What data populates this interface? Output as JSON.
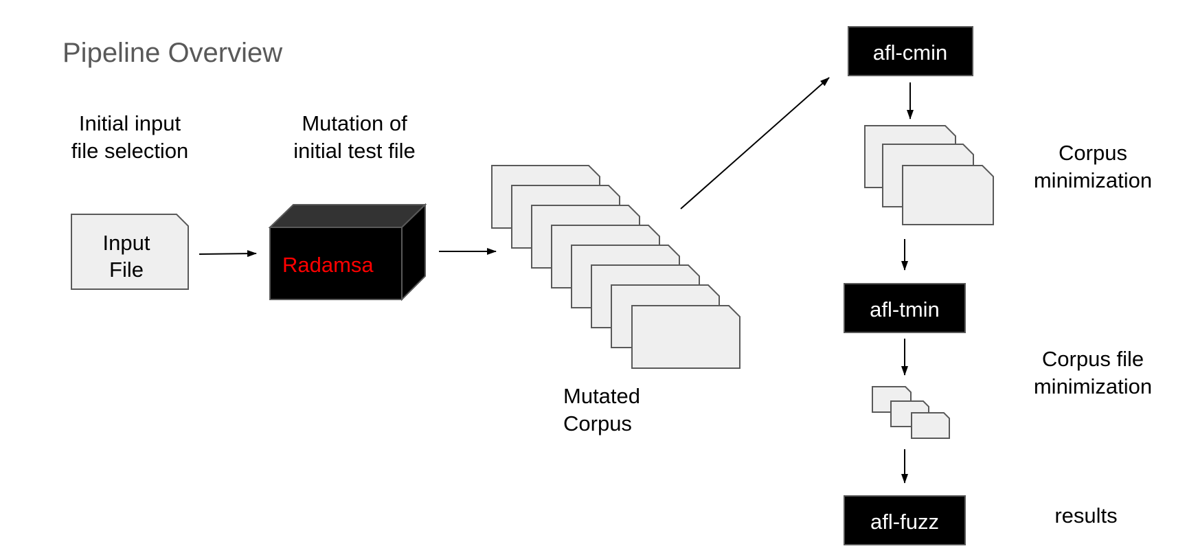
{
  "title": "Pipeline Overview",
  "stages": {
    "selection_label": [
      "Initial input",
      "file selection"
    ],
    "mutation_label": [
      "Mutation of",
      "initial test file"
    ],
    "input_file": [
      "Input",
      "File"
    ],
    "radamsa": "Radamsa",
    "mutated_corpus": [
      "Mutated",
      "Corpus"
    ],
    "cmin": "afl-cmin",
    "corpus_min_label": [
      "Corpus",
      "minimization"
    ],
    "tmin": "afl-tmin",
    "file_min_label": [
      "Corpus file",
      "minimization"
    ],
    "fuzz": "afl-fuzz",
    "results_label": "results"
  },
  "colors": {
    "doc_fill": "#efefef",
    "doc_stroke": "#595959",
    "box_fill": "#000000",
    "cube_top": "#333333",
    "radamsa_text": "#ff0000",
    "title": "#595959"
  }
}
